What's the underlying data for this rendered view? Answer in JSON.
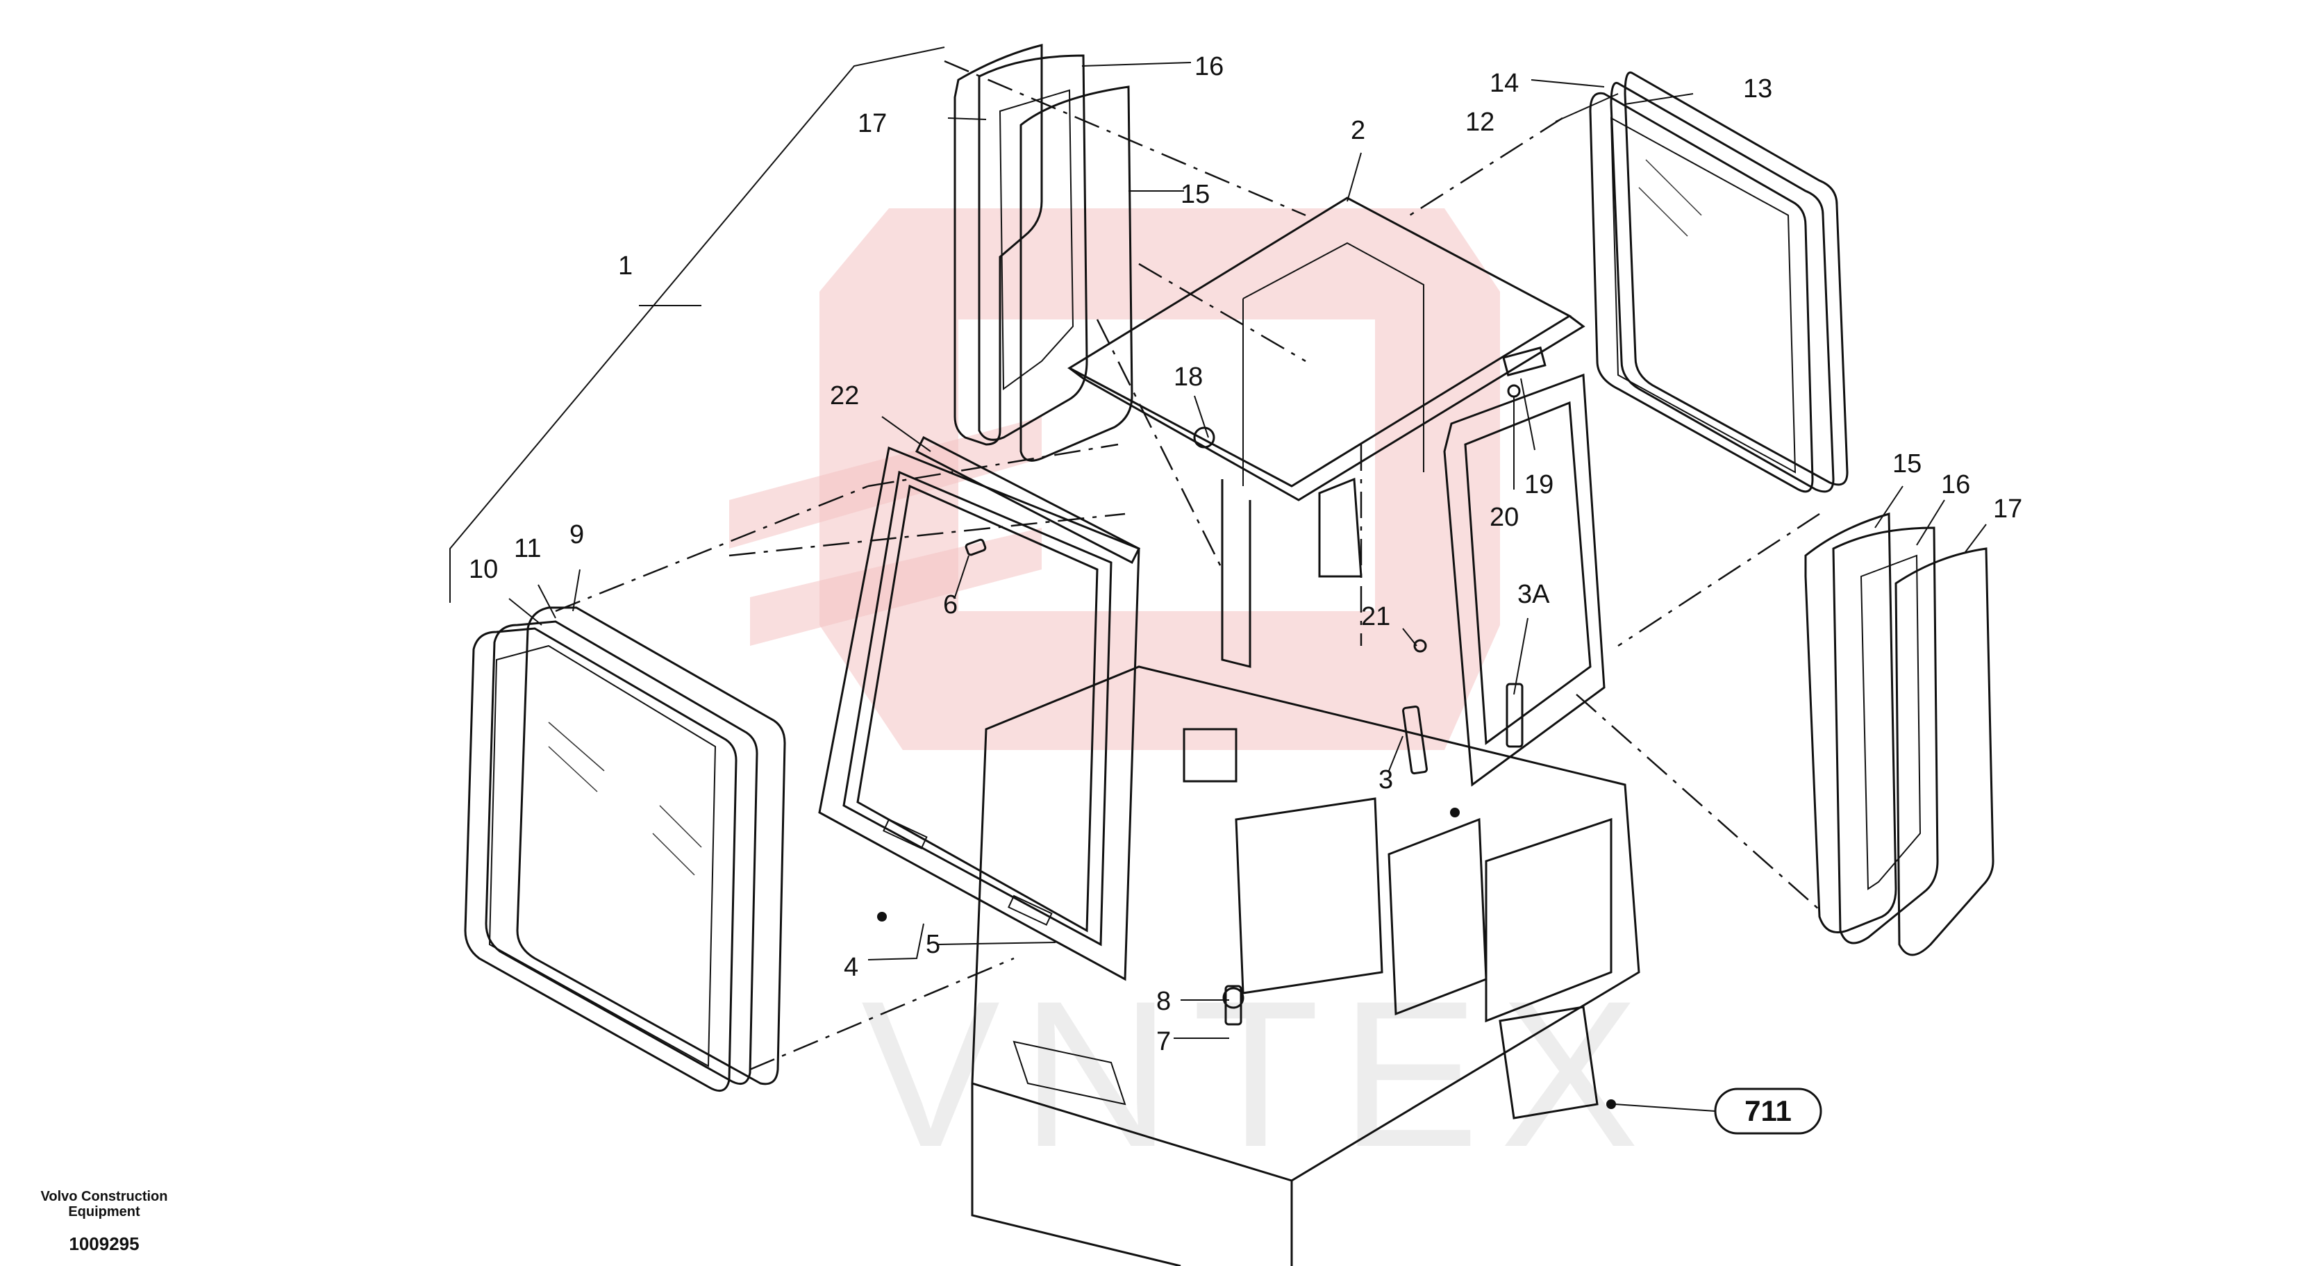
{
  "watermark": "VNTEX",
  "callouts": {
    "c1": "1",
    "c2": "2",
    "c3": "3",
    "c3a": "3A",
    "c4": "4",
    "c5": "5",
    "c6": "6",
    "c7": "7",
    "c8": "8",
    "c9": "9",
    "c10": "10",
    "c11": "11",
    "c12": "12",
    "c13": "13",
    "c14": "14",
    "c15_left": "15",
    "c16_left": "16",
    "c17_left": "17",
    "c15_right": "15",
    "c16_right": "16",
    "c17_right": "17",
    "c18": "18",
    "c19": "19",
    "c20": "20",
    "c21": "21",
    "c22": "22",
    "c711": "711"
  },
  "footer": {
    "manufacturer": "Volvo Construction Equipment",
    "drawing_number": "1009295"
  }
}
